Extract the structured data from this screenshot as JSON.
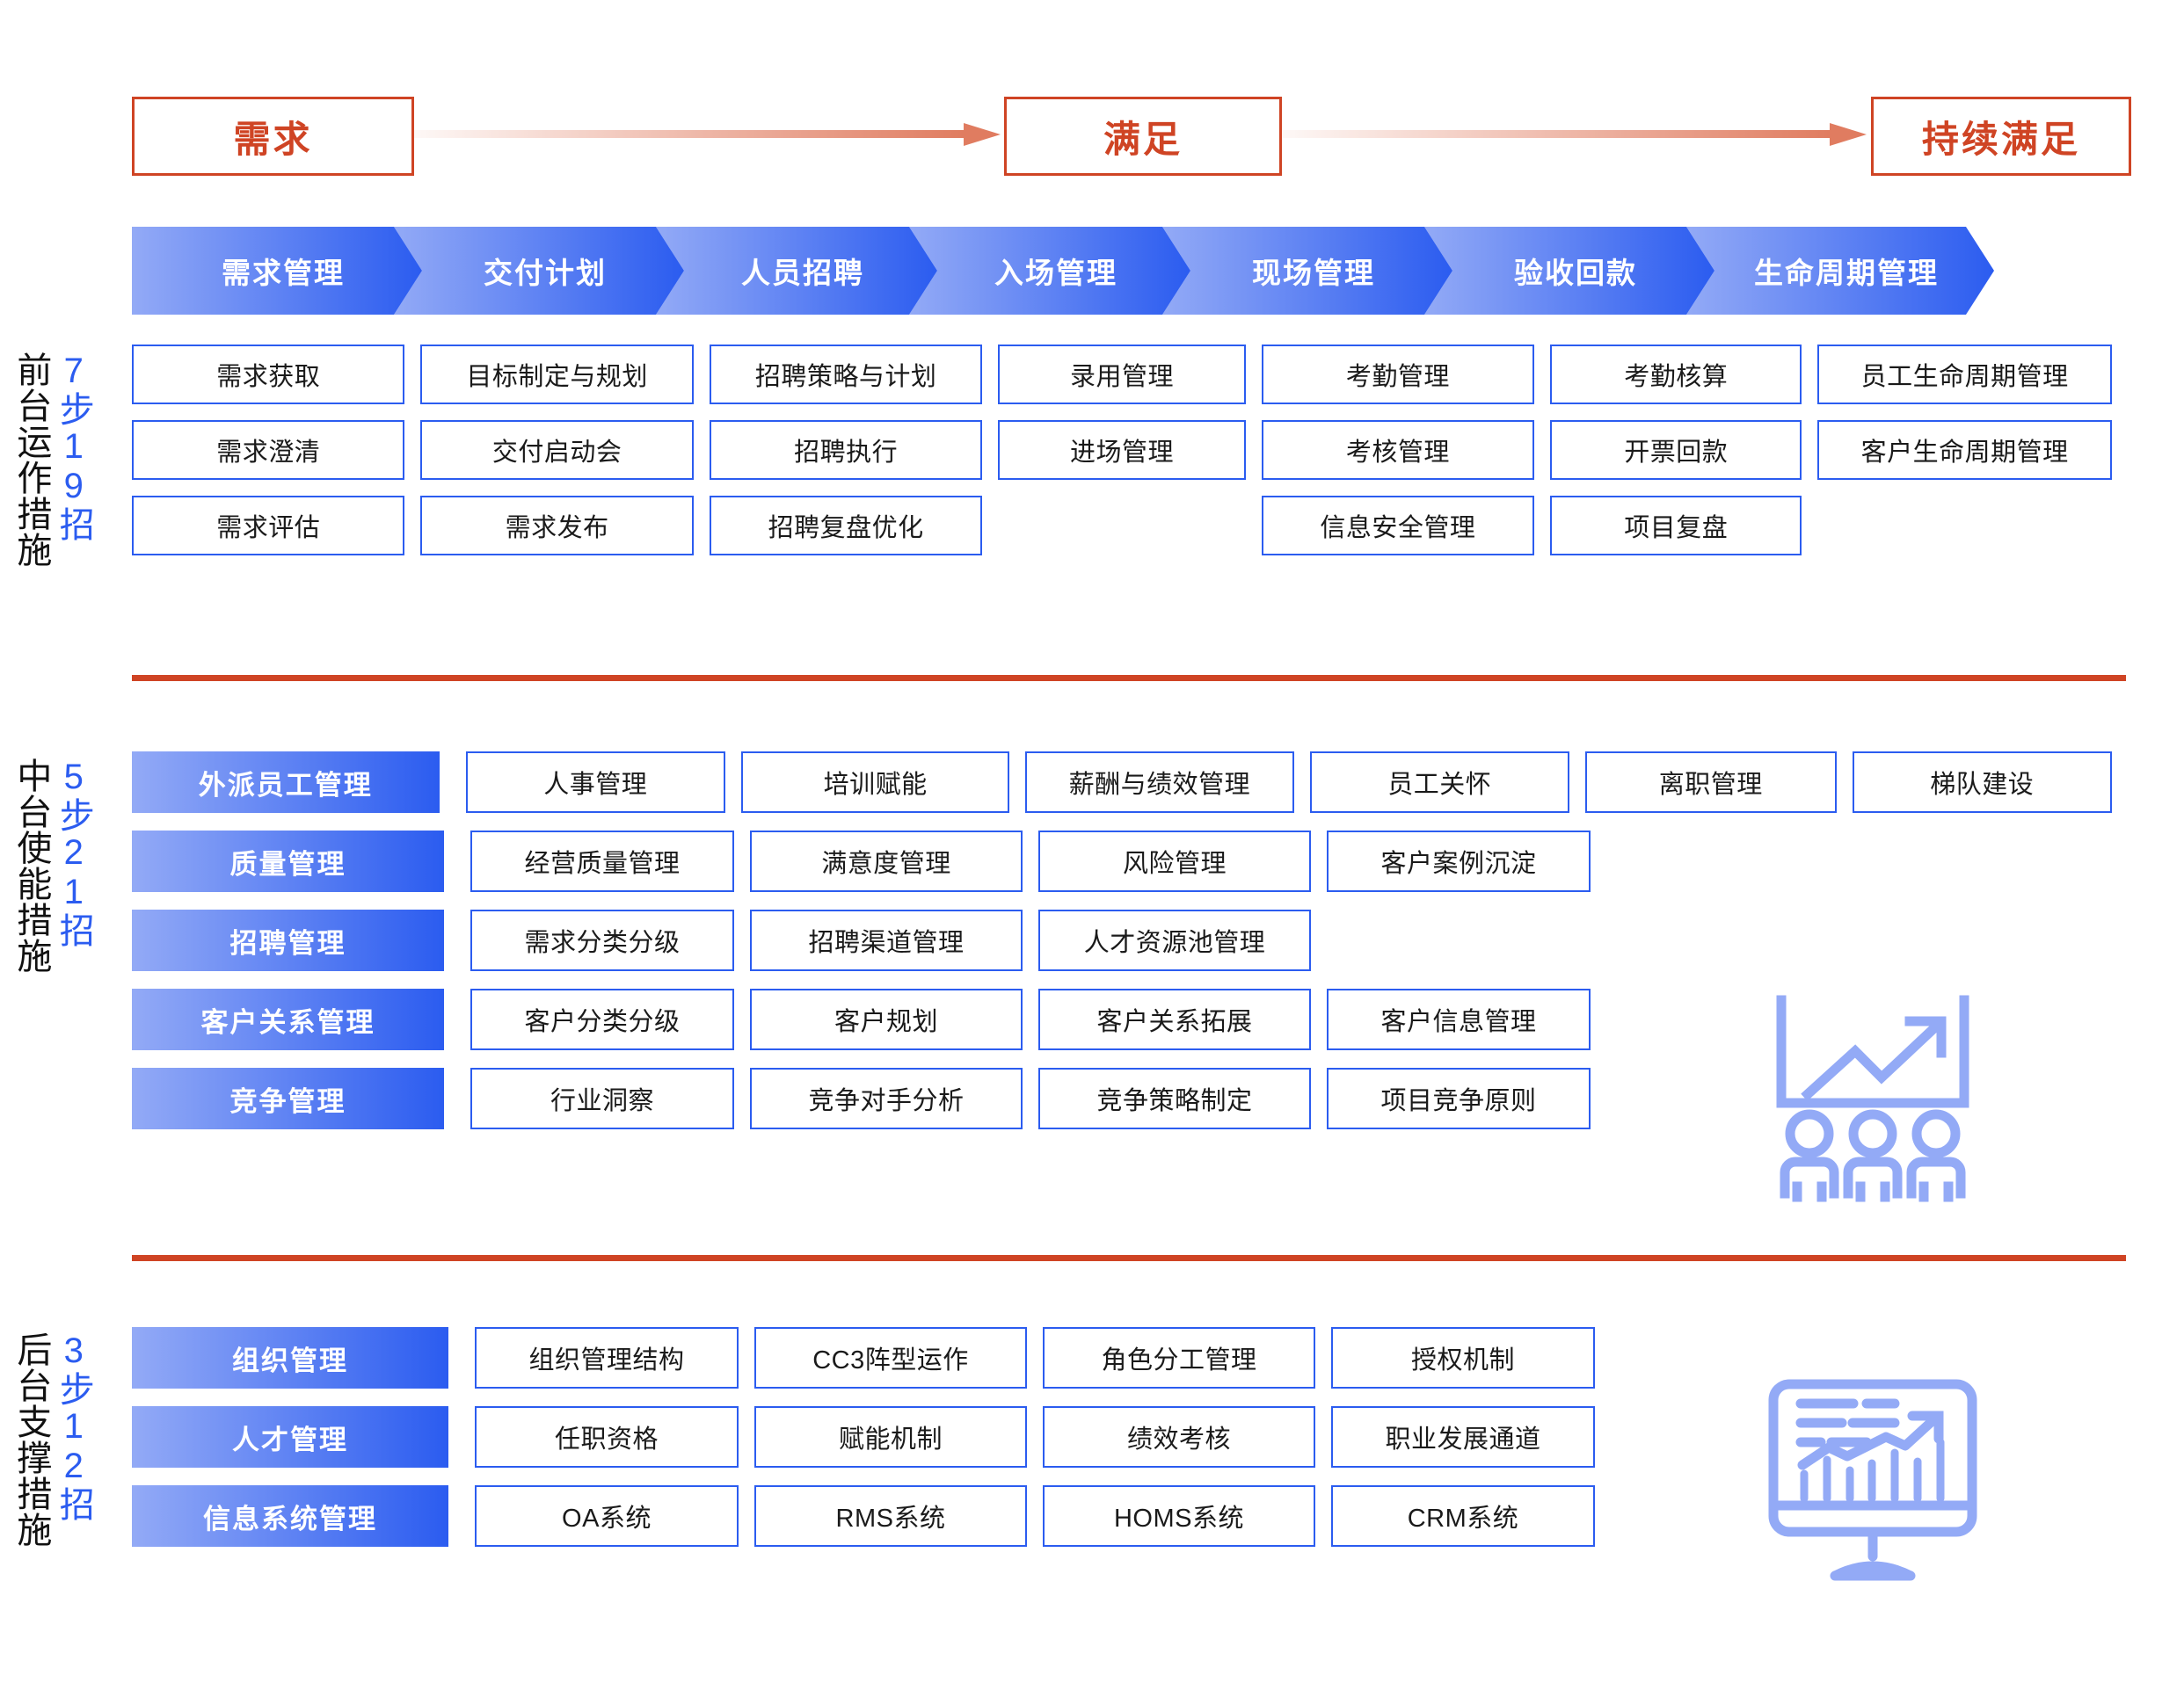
{
  "header": {
    "stages": [
      {
        "label": "需求"
      },
      {
        "label": "满足"
      },
      {
        "label": "持续满足"
      }
    ],
    "arrow_color": "#e07c60",
    "stage_border_color": "#cf4424"
  },
  "process": {
    "steps": [
      {
        "label": "需求管理"
      },
      {
        "label": "交付计划"
      },
      {
        "label": "人员招聘"
      },
      {
        "label": "入场管理"
      },
      {
        "label": "现场管理"
      },
      {
        "label": "验收回款"
      },
      {
        "label": "生命周期管理"
      }
    ],
    "gradient_from": "#93aaf6",
    "gradient_to": "#2b5cf0"
  },
  "sections": [
    {
      "id": "front-office",
      "title": "前台运作措施",
      "count": "7步19招",
      "columns": [
        [
          "需求获取",
          "需求澄清",
          "需求评估"
        ],
        [
          "目标制定与规划",
          "交付启动会",
          "需求发布"
        ],
        [
          "招聘策略与计划",
          "招聘执行",
          "招聘复盘优化"
        ],
        [
          "录用管理",
          "进场管理"
        ],
        [
          "考勤管理",
          "考核管理",
          "信息安全管理"
        ],
        [
          "考勤核算",
          "开票回款",
          "项目复盘"
        ],
        [
          "员工生命周期管理",
          "客户生命周期管理"
        ]
      ]
    },
    {
      "id": "middle-office",
      "title": "中台使能措施",
      "count": "5步21招",
      "rows": [
        {
          "category": "外派员工管理",
          "items": [
            "人事管理",
            "培训赋能",
            "薪酬与绩效管理",
            "员工关怀",
            "离职管理",
            "梯队建设"
          ]
        },
        {
          "category": "质量管理",
          "items": [
            "经营质量管理",
            "满意度管理",
            "风险管理",
            "客户案例沉淀"
          ]
        },
        {
          "category": "招聘管理",
          "items": [
            "需求分类分级",
            "招聘渠道管理",
            "人才资源池管理"
          ]
        },
        {
          "category": "客户关系管理",
          "items": [
            "客户分类分级",
            "客户规划",
            "客户关系拓展",
            "客户信息管理"
          ]
        },
        {
          "category": "竞争管理",
          "items": [
            "行业洞察",
            "竞争对手分析",
            "竞争策略制定",
            "项目竞争原则"
          ]
        }
      ],
      "icon": "presentation-audience-icon"
    },
    {
      "id": "back-office",
      "title": "后台支撑措施",
      "count": "3步12招",
      "rows": [
        {
          "category": "组织管理",
          "items": [
            "组织管理结构",
            "CC3阵型运作",
            "角色分工管理",
            "授权机制"
          ]
        },
        {
          "category": "人才管理",
          "items": [
            "任职资格",
            "赋能机制",
            "绩效考核",
            "职业发展通道"
          ]
        },
        {
          "category": "信息系统管理",
          "items": [
            "OA系统",
            "RMS系统",
            "HOMS系统",
            "CRM系统"
          ]
        }
      ],
      "icon": "monitor-chart-icon"
    }
  ],
  "divider_color": "#cf4424",
  "card_border_color": "#2b5cf0"
}
